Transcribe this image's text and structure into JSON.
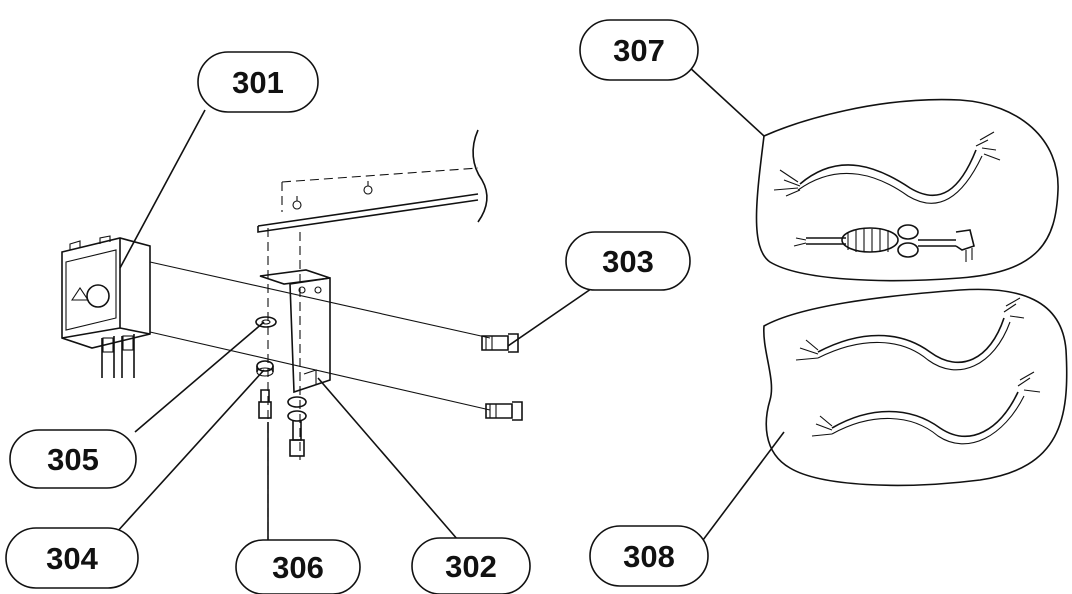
{
  "diagram": {
    "type": "exploded-parts-diagram",
    "background": "#ffffff",
    "line_color": "#111111",
    "callouts": [
      {
        "id": "301",
        "label": "301",
        "part": "junction-box"
      },
      {
        "id": "302",
        "label": "302",
        "part": "mounting-bracket"
      },
      {
        "id": "303",
        "label": "303",
        "part": "mounting-bolts"
      },
      {
        "id": "304",
        "label": "304",
        "part": "washer"
      },
      {
        "id": "305",
        "label": "305",
        "part": "washer"
      },
      {
        "id": "306",
        "label": "306",
        "part": "screws"
      },
      {
        "id": "307",
        "label": "307",
        "part": "cable-set-with-power-cord"
      },
      {
        "id": "308",
        "label": "308",
        "part": "cable-set"
      }
    ]
  }
}
